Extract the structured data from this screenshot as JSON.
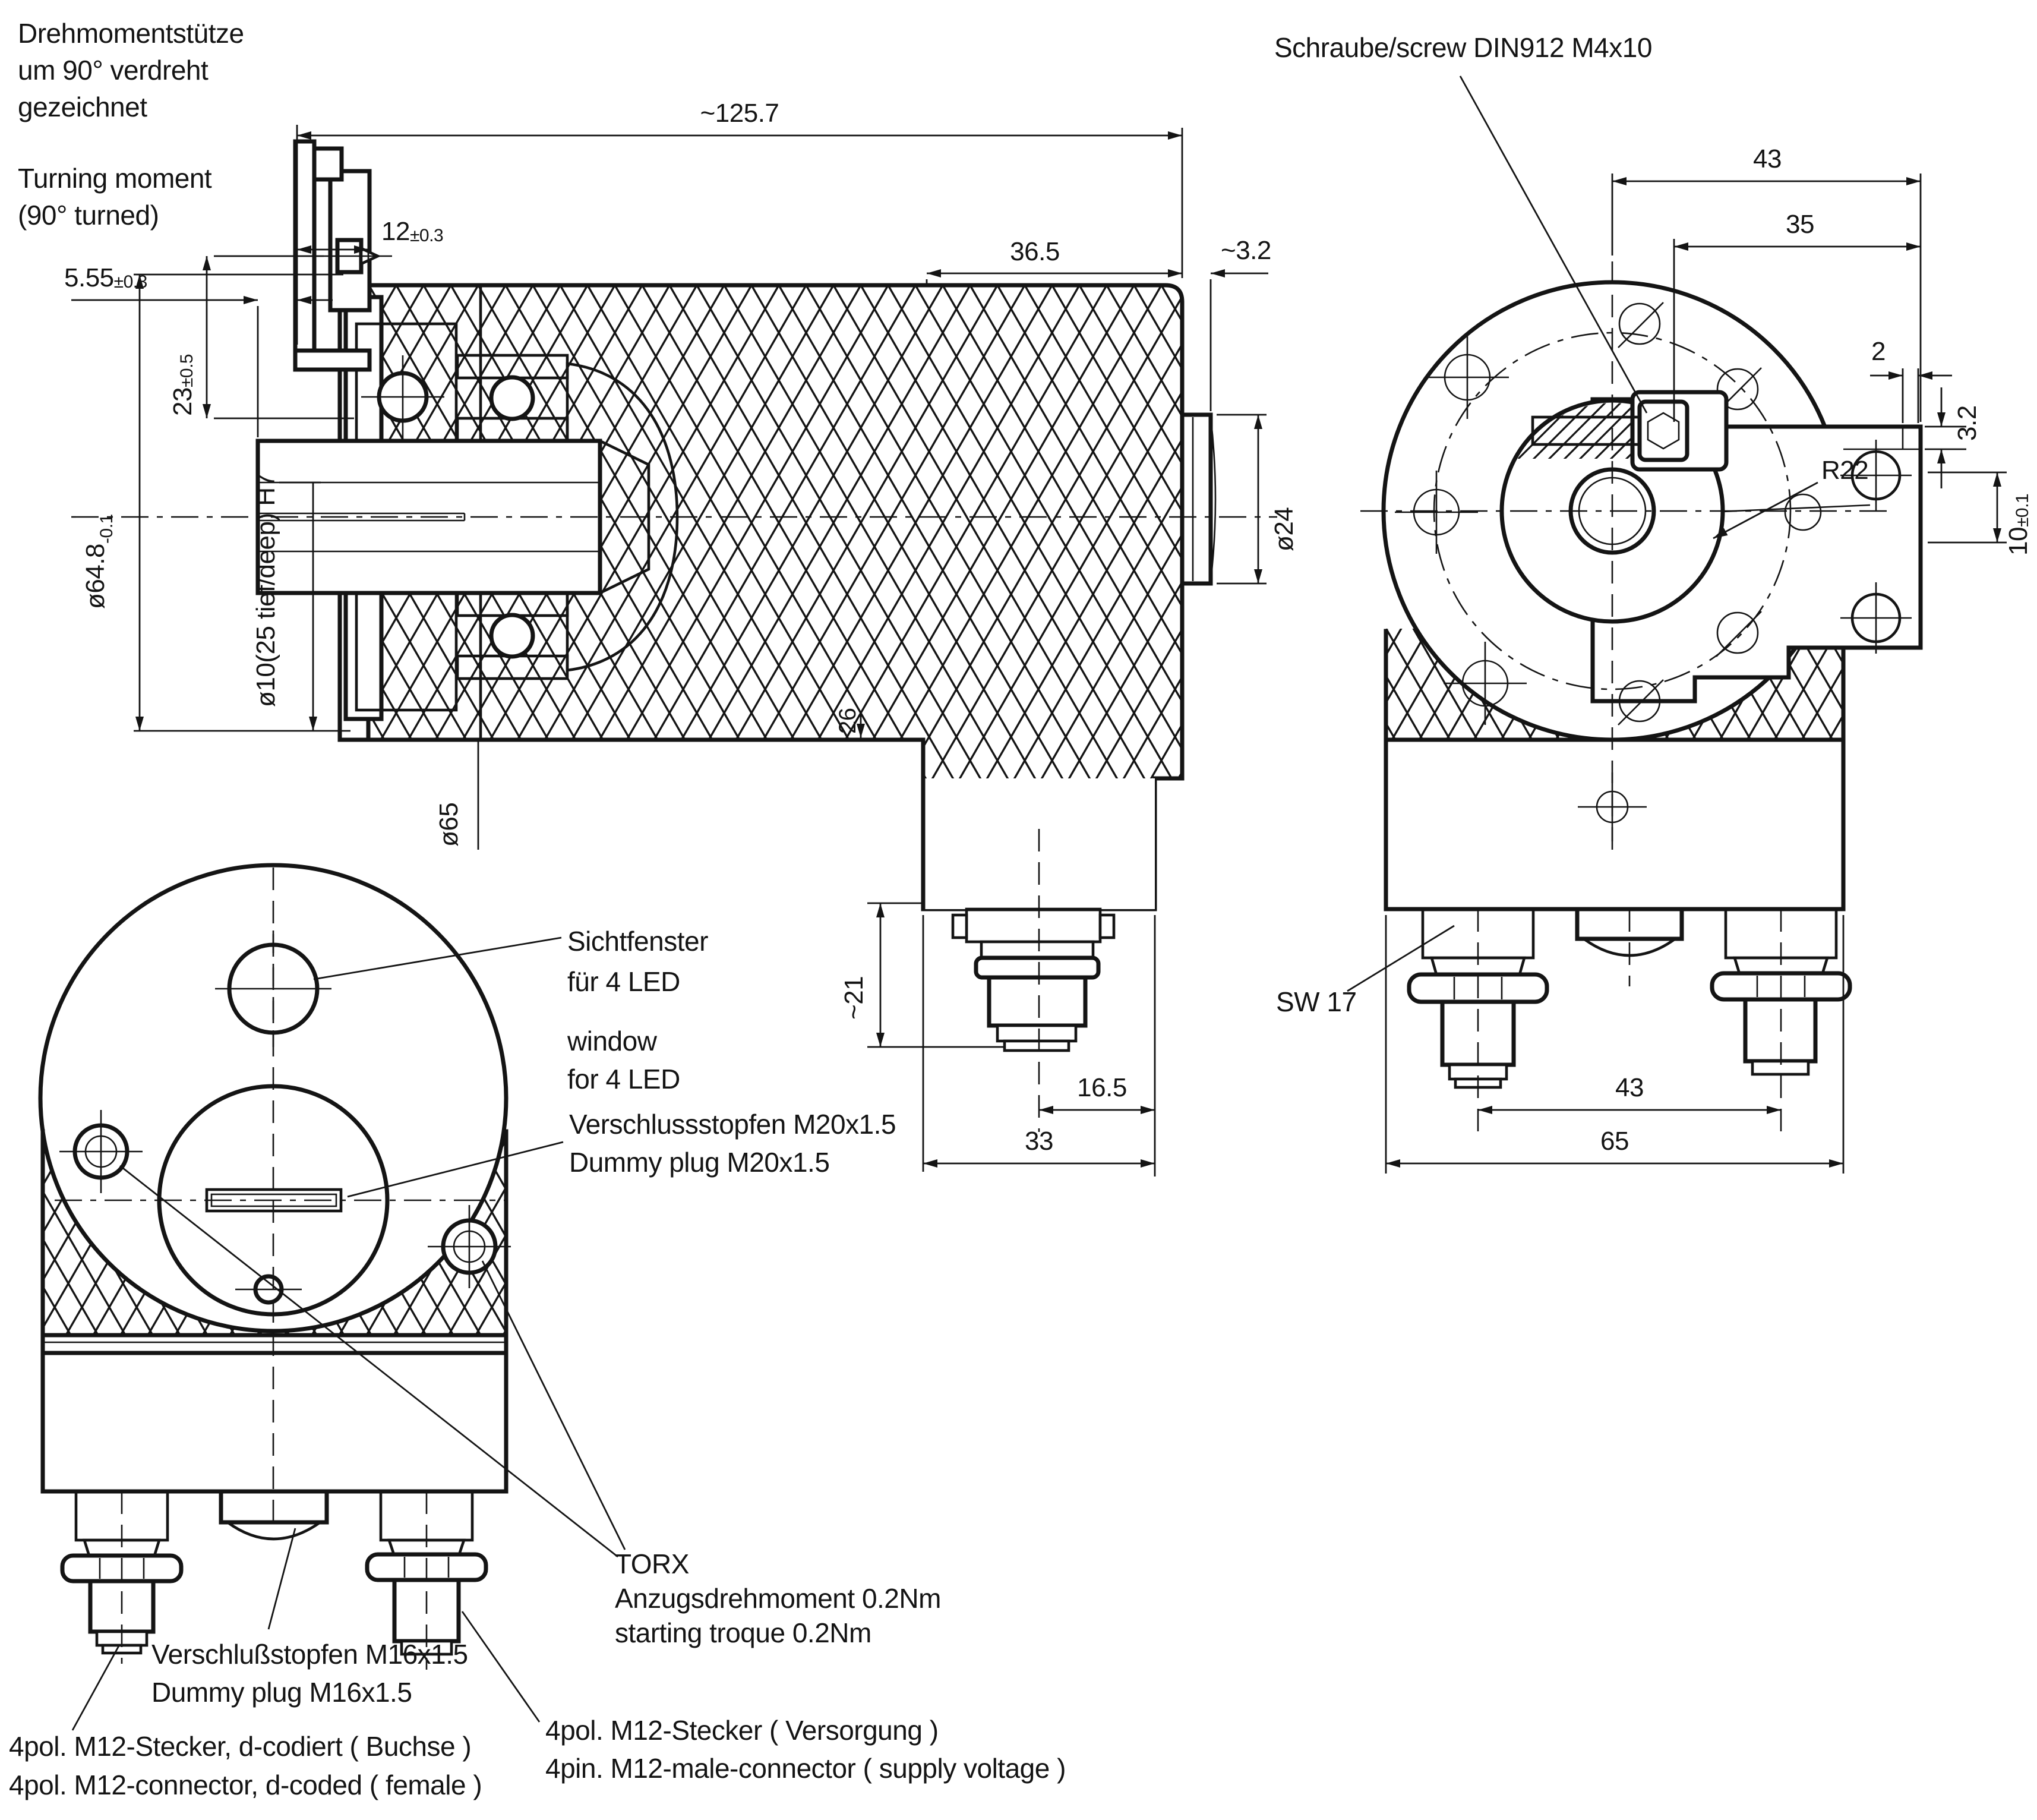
{
  "notes": {
    "torque_support_de": [
      "Drehmomentstütze",
      "um 90° verdreht",
      "gezeichnet"
    ],
    "torque_support_en": [
      "Turning moment",
      "(90° turned)"
    ],
    "screw": "Schraube/screw DIN912 M4x10",
    "window_de": [
      "Sichtfenster",
      "für 4 LED"
    ],
    "window_en": [
      "window",
      "for 4 LED"
    ],
    "plug_m20_de": "Verschlussstopfen M20x1.5",
    "plug_m20_en": "Dummy plug M20x1.5",
    "sw17": "SW 17",
    "torx": [
      "TORX",
      "Anzugsdrehmoment 0.2Nm",
      "starting troque 0.2Nm"
    ],
    "plug_m16_de": "Verschlußstopfen M16x1.5",
    "plug_m16_en": "Dummy plug M16x1.5",
    "conn_d_de": "4pol. M12-Stecker, d-codiert ( Buchse )",
    "conn_d_en": "4pol. M12-connector, d-coded ( female )",
    "conn_supply_de": "4pol. M12-Stecker ( Versorgung )",
    "conn_supply_en": "4pin. M12-male-connector ( supply voltage )"
  },
  "dims": {
    "overall_length": "~125.7",
    "d12": {
      "v": "12",
      "t": "±0.3"
    },
    "d555": {
      "v": "5.55",
      "t": "±0.3"
    },
    "d23": {
      "v": "23",
      "t": "±0.5"
    },
    "d648": {
      "v": "ø64.8",
      "t": "-0.1"
    },
    "bore": "ø10(25 tief/deep) H7",
    "d65": "ø65",
    "d365": "36.5",
    "d32_side": "~3.2",
    "d24": "ø24",
    "d26": "26",
    "d21": "~21",
    "d165": "16.5",
    "d33": "33",
    "r43_top": "43",
    "r35": "35",
    "r2": "2",
    "r32": "3.2",
    "r22": "R22",
    "r10": {
      "v": "10",
      "t": "±0.1"
    },
    "r43_bottom": "43",
    "r65": "65"
  }
}
